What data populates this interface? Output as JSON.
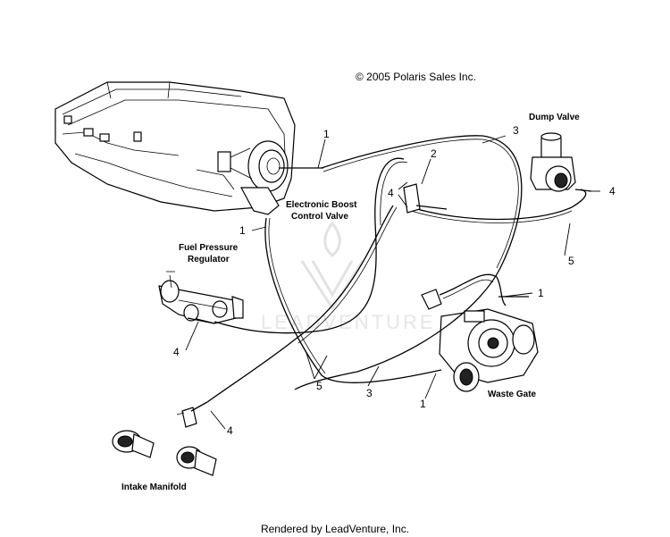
{
  "copyright": "© 2005 Polaris Sales Inc.",
  "footer": "Rendered by LeadVenture, Inc.",
  "watermark": "LEADVENTURE",
  "labels": {
    "dump_valve": "Dump Valve",
    "boost_valve_line1": "Electronic Boost",
    "boost_valve_line2": "Control Valve",
    "fuel_reg_line1": "Fuel Pressure",
    "fuel_reg_line2": "Regulator",
    "waste_gate": "Waste Gate",
    "intake_manifold": "Intake Manifold"
  },
  "callouts": {
    "c1_top": "1",
    "c1_left": "1",
    "c1_right": "1",
    "c1_bottom": "1",
    "c2": "2",
    "c3_top": "3",
    "c3_bottom": "3",
    "c4_mid": "4",
    "c4_right": "4",
    "c4_left": "4",
    "c4_bottom": "4",
    "c5_right": "5",
    "c5_bottom": "5"
  }
}
